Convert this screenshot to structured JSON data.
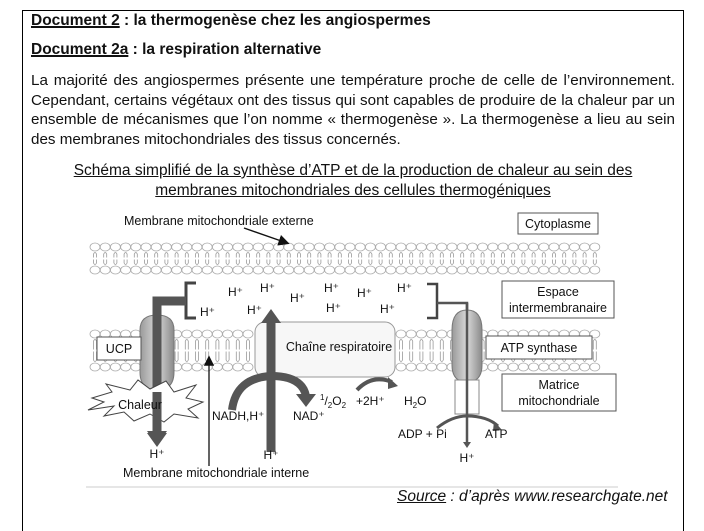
{
  "header": {
    "doc_title_label": "Document 2",
    "doc_title_rest": " : la thermogenèse chez les angiospermes",
    "subdoc_label": "Document 2a",
    "subdoc_rest": " : la respiration alternative"
  },
  "intro_paragraph": "La majorité des angiospermes présente une température proche de celle de l’environnement. Cependant, certains végétaux ont des tissus qui sont capables de produire de la chaleur par un ensemble de mécanismes que l’on nomme « thermogenèse ». La thermogenèse a lieu au sein des membranes mitochondriales des tissus concernés.",
  "figure": {
    "caption_line1": "Schéma simplifié de la synthèse d’ATP et de la production de chaleur au sein des",
    "caption_line2": "membranes mitochondriales des cellules thermogéniques",
    "labels": {
      "outer_membrane": "Membrane mitochondriale externe",
      "inner_membrane": "Membrane mitochondriale interne",
      "cytoplasm": "Cytoplasme",
      "intermembrane_1": "Espace",
      "intermembrane_2": "intermembranaire",
      "atp_synthase": "ATP synthase",
      "matrix_1": "Matrice",
      "matrix_2": "mitochondriale",
      "ucp": "UCP",
      "respiratory_chain": "Chaîne respiratoire",
      "heat": "Chaleur",
      "nadh": "NADH,H⁺",
      "nad": "NAD⁺",
      "o2_half_num": "1",
      "o2_half_den": "2",
      "o2_rest": "O",
      "o2_sub": "2",
      "two_h": "+2H⁺",
      "h2o_h": "H",
      "h2o_sub": "2",
      "h2o_o": "O",
      "adp_pi": "ADP + Pi",
      "atp": "ATP",
      "proton": "H⁺"
    }
  },
  "source": {
    "label": "Source",
    "rest": " : d’après www.researchgate.net"
  }
}
